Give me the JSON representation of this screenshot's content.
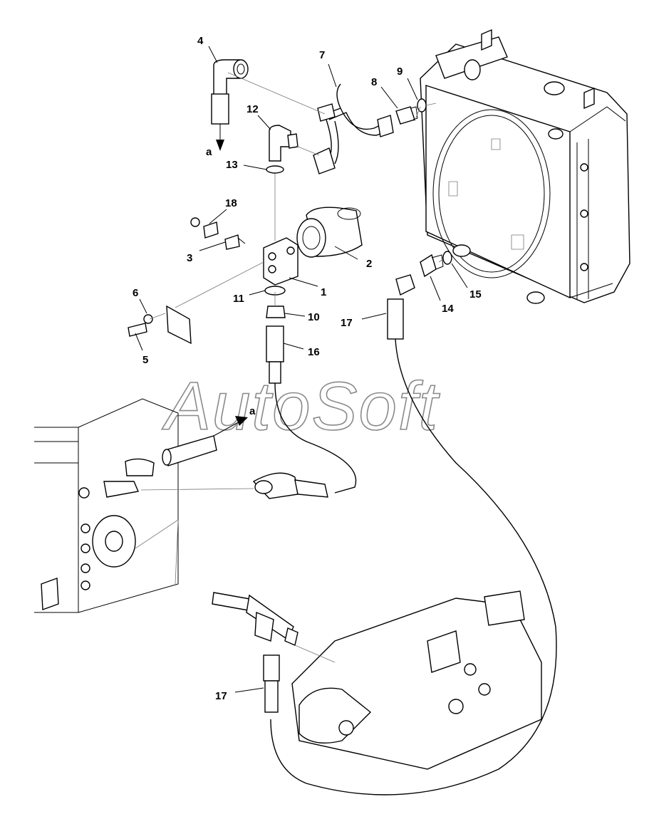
{
  "watermark": "AutoSoft",
  "callouts": {
    "c1": "1",
    "c2": "2",
    "c3": "3",
    "c4": "4",
    "c5": "5",
    "c6": "6",
    "c7": "7",
    "c8": "8",
    "c9": "9",
    "c10": "10",
    "c11": "11",
    "c12": "12",
    "c13": "13",
    "c14": "14",
    "c15": "15",
    "c16": "16",
    "c17a": "17",
    "c17b": "17",
    "c18": "18"
  },
  "flow_labels": {
    "a_top": "a",
    "a_mid": "a"
  }
}
